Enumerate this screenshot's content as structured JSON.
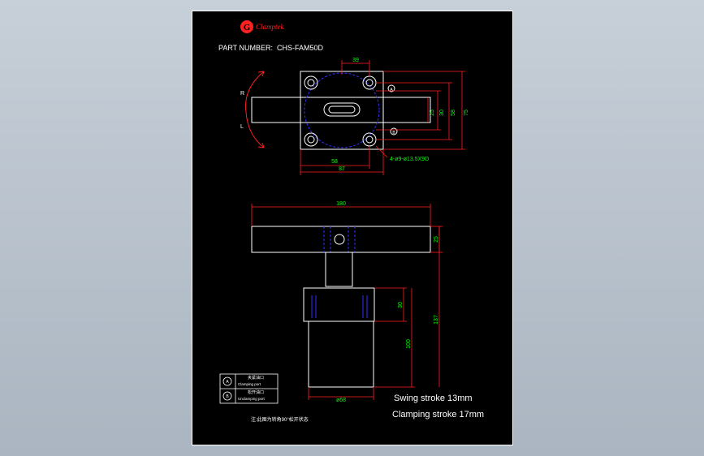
{
  "brand": {
    "logo_letter": "G",
    "name": "Clamptek"
  },
  "part_number": {
    "label": "PART NUMBER:",
    "value": "CHS-FAM50D"
  },
  "top_view": {
    "direction_r": "R",
    "direction_l": "L",
    "dim_39": "39",
    "dim_25": "25",
    "dim_30": "30",
    "dim_58_v": "58",
    "dim_75": "75",
    "dim_58_h": "58",
    "dim_87": "87",
    "hole_note": "4-ø9-ø13.5X9D",
    "port_a": "A",
    "port_b": "B"
  },
  "front_view": {
    "dim_180": "180",
    "dim_25": "25",
    "dim_30": "30",
    "dim_100": "100",
    "dim_137": "137",
    "dim_68": "ø68"
  },
  "legend": {
    "row1_symbol": "A",
    "row1_cn": "夹紧油口",
    "row1_en": "Clamping port",
    "row2_symbol": "B",
    "row2_cn": "松开油口",
    "row2_en": "Unclamping port"
  },
  "note": "注:此图为转角90°松开状态",
  "specs": {
    "swing": "Swing stroke 13mm",
    "clamping": "Clamping stroke 17mm"
  },
  "colors": {
    "background": "#000000",
    "outline": "#ffffff",
    "dimension": "#ff0000",
    "dim_text": "#00ff00",
    "hidden": "#0000ff",
    "brand": "#ff2020"
  }
}
